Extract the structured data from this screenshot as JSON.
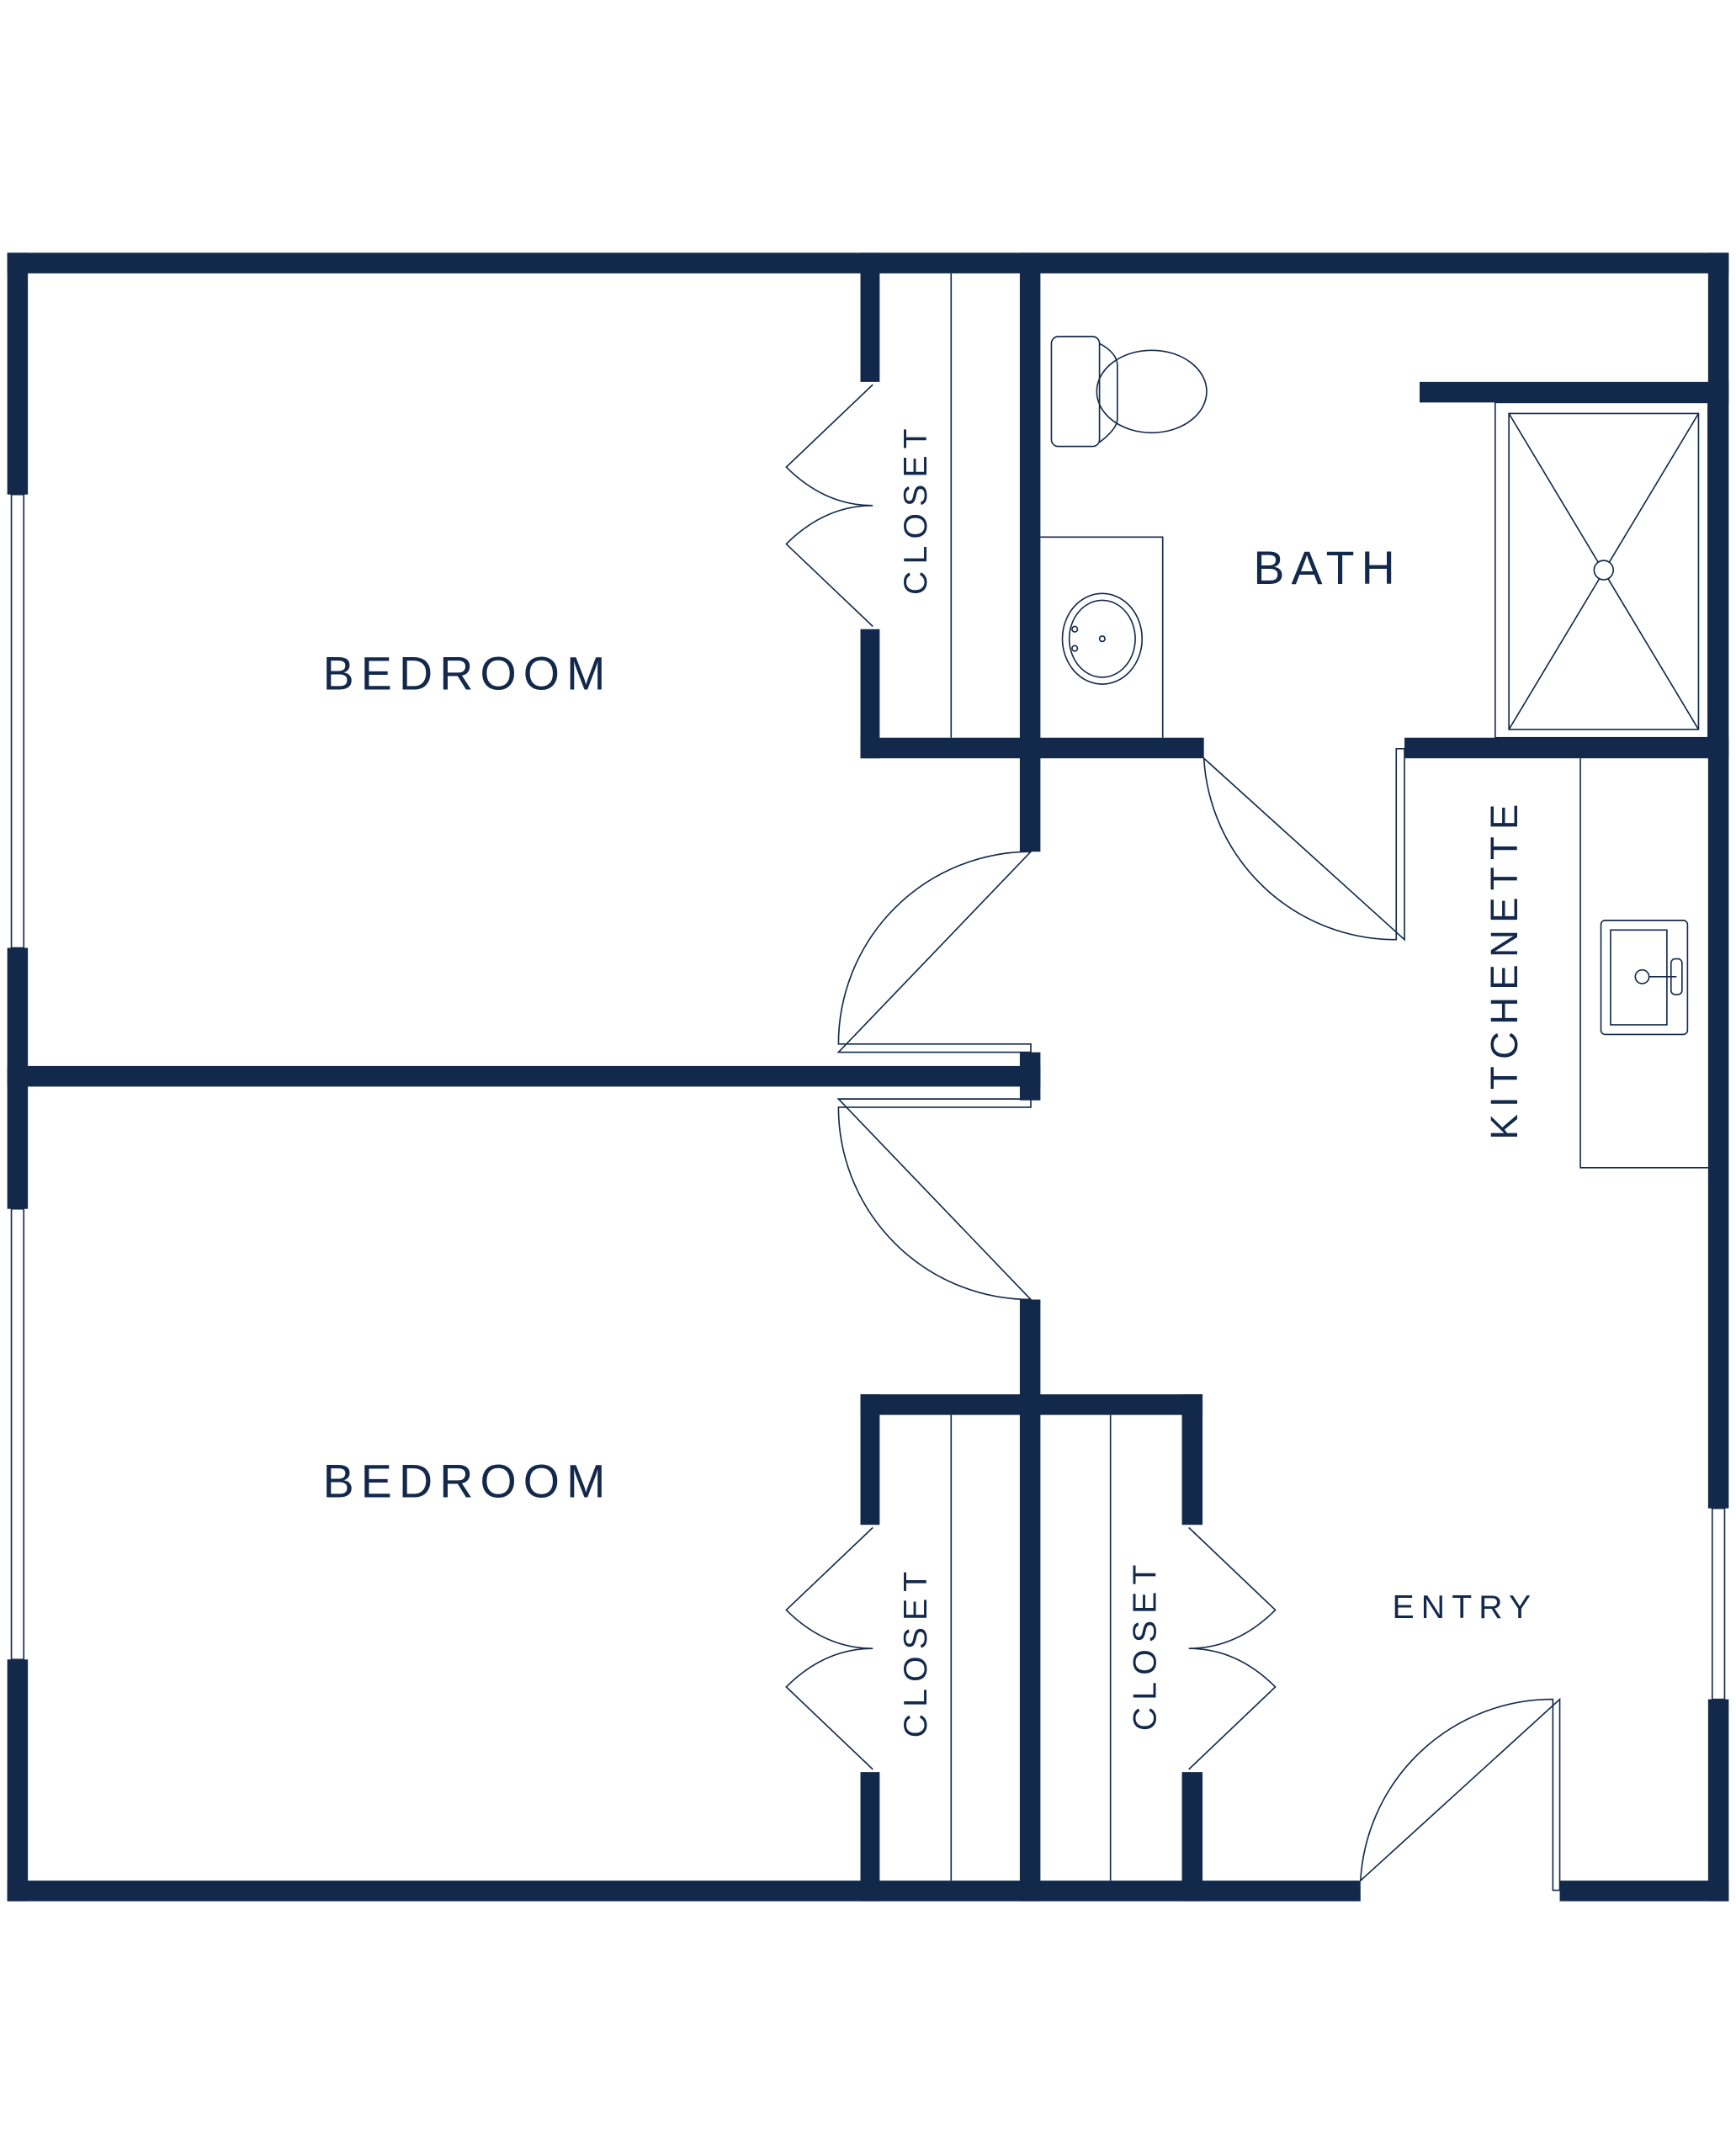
{
  "rooms": {
    "bedroom_top": "BEDROOM",
    "bedroom_bottom": "BEDROOM",
    "closet_top": "CLOSET",
    "closet_bottom_left": "CLOSET",
    "closet_bottom_right": "CLOSET",
    "bath": "BATH",
    "kitchenette": "KITCHENETTE",
    "entry": "ENTRY"
  },
  "colors": {
    "wall": "#13294B",
    "background": "#FFFFFF"
  }
}
